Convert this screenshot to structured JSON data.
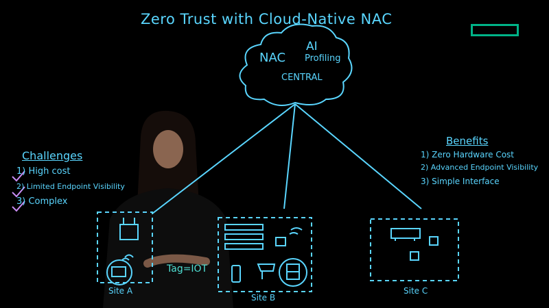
{
  "title": "Zero Trust with Cloud-Native NAC",
  "cloud": {
    "nac": "NAC",
    "ai": "AI",
    "profiling": "Profiling",
    "central": "CENTRAL"
  },
  "challenges": {
    "heading": "Challenges",
    "items": [
      "1) High cost",
      "2) Limited Endpoint Visibility",
      "3) Complex"
    ]
  },
  "benefits": {
    "heading": "Benefits",
    "items": [
      "1) Zero Hardware Cost",
      "2) Advanced Endpoint Visibility",
      "3) Simple Interface"
    ]
  },
  "sites": {
    "a": "Site A",
    "b": "Site B",
    "c": "Site C"
  },
  "tag": "Tag=IOT",
  "colors": {
    "ink": "#5ad6ff",
    "check": "#c98df5",
    "logo": "#00b388",
    "background": "#000000"
  }
}
